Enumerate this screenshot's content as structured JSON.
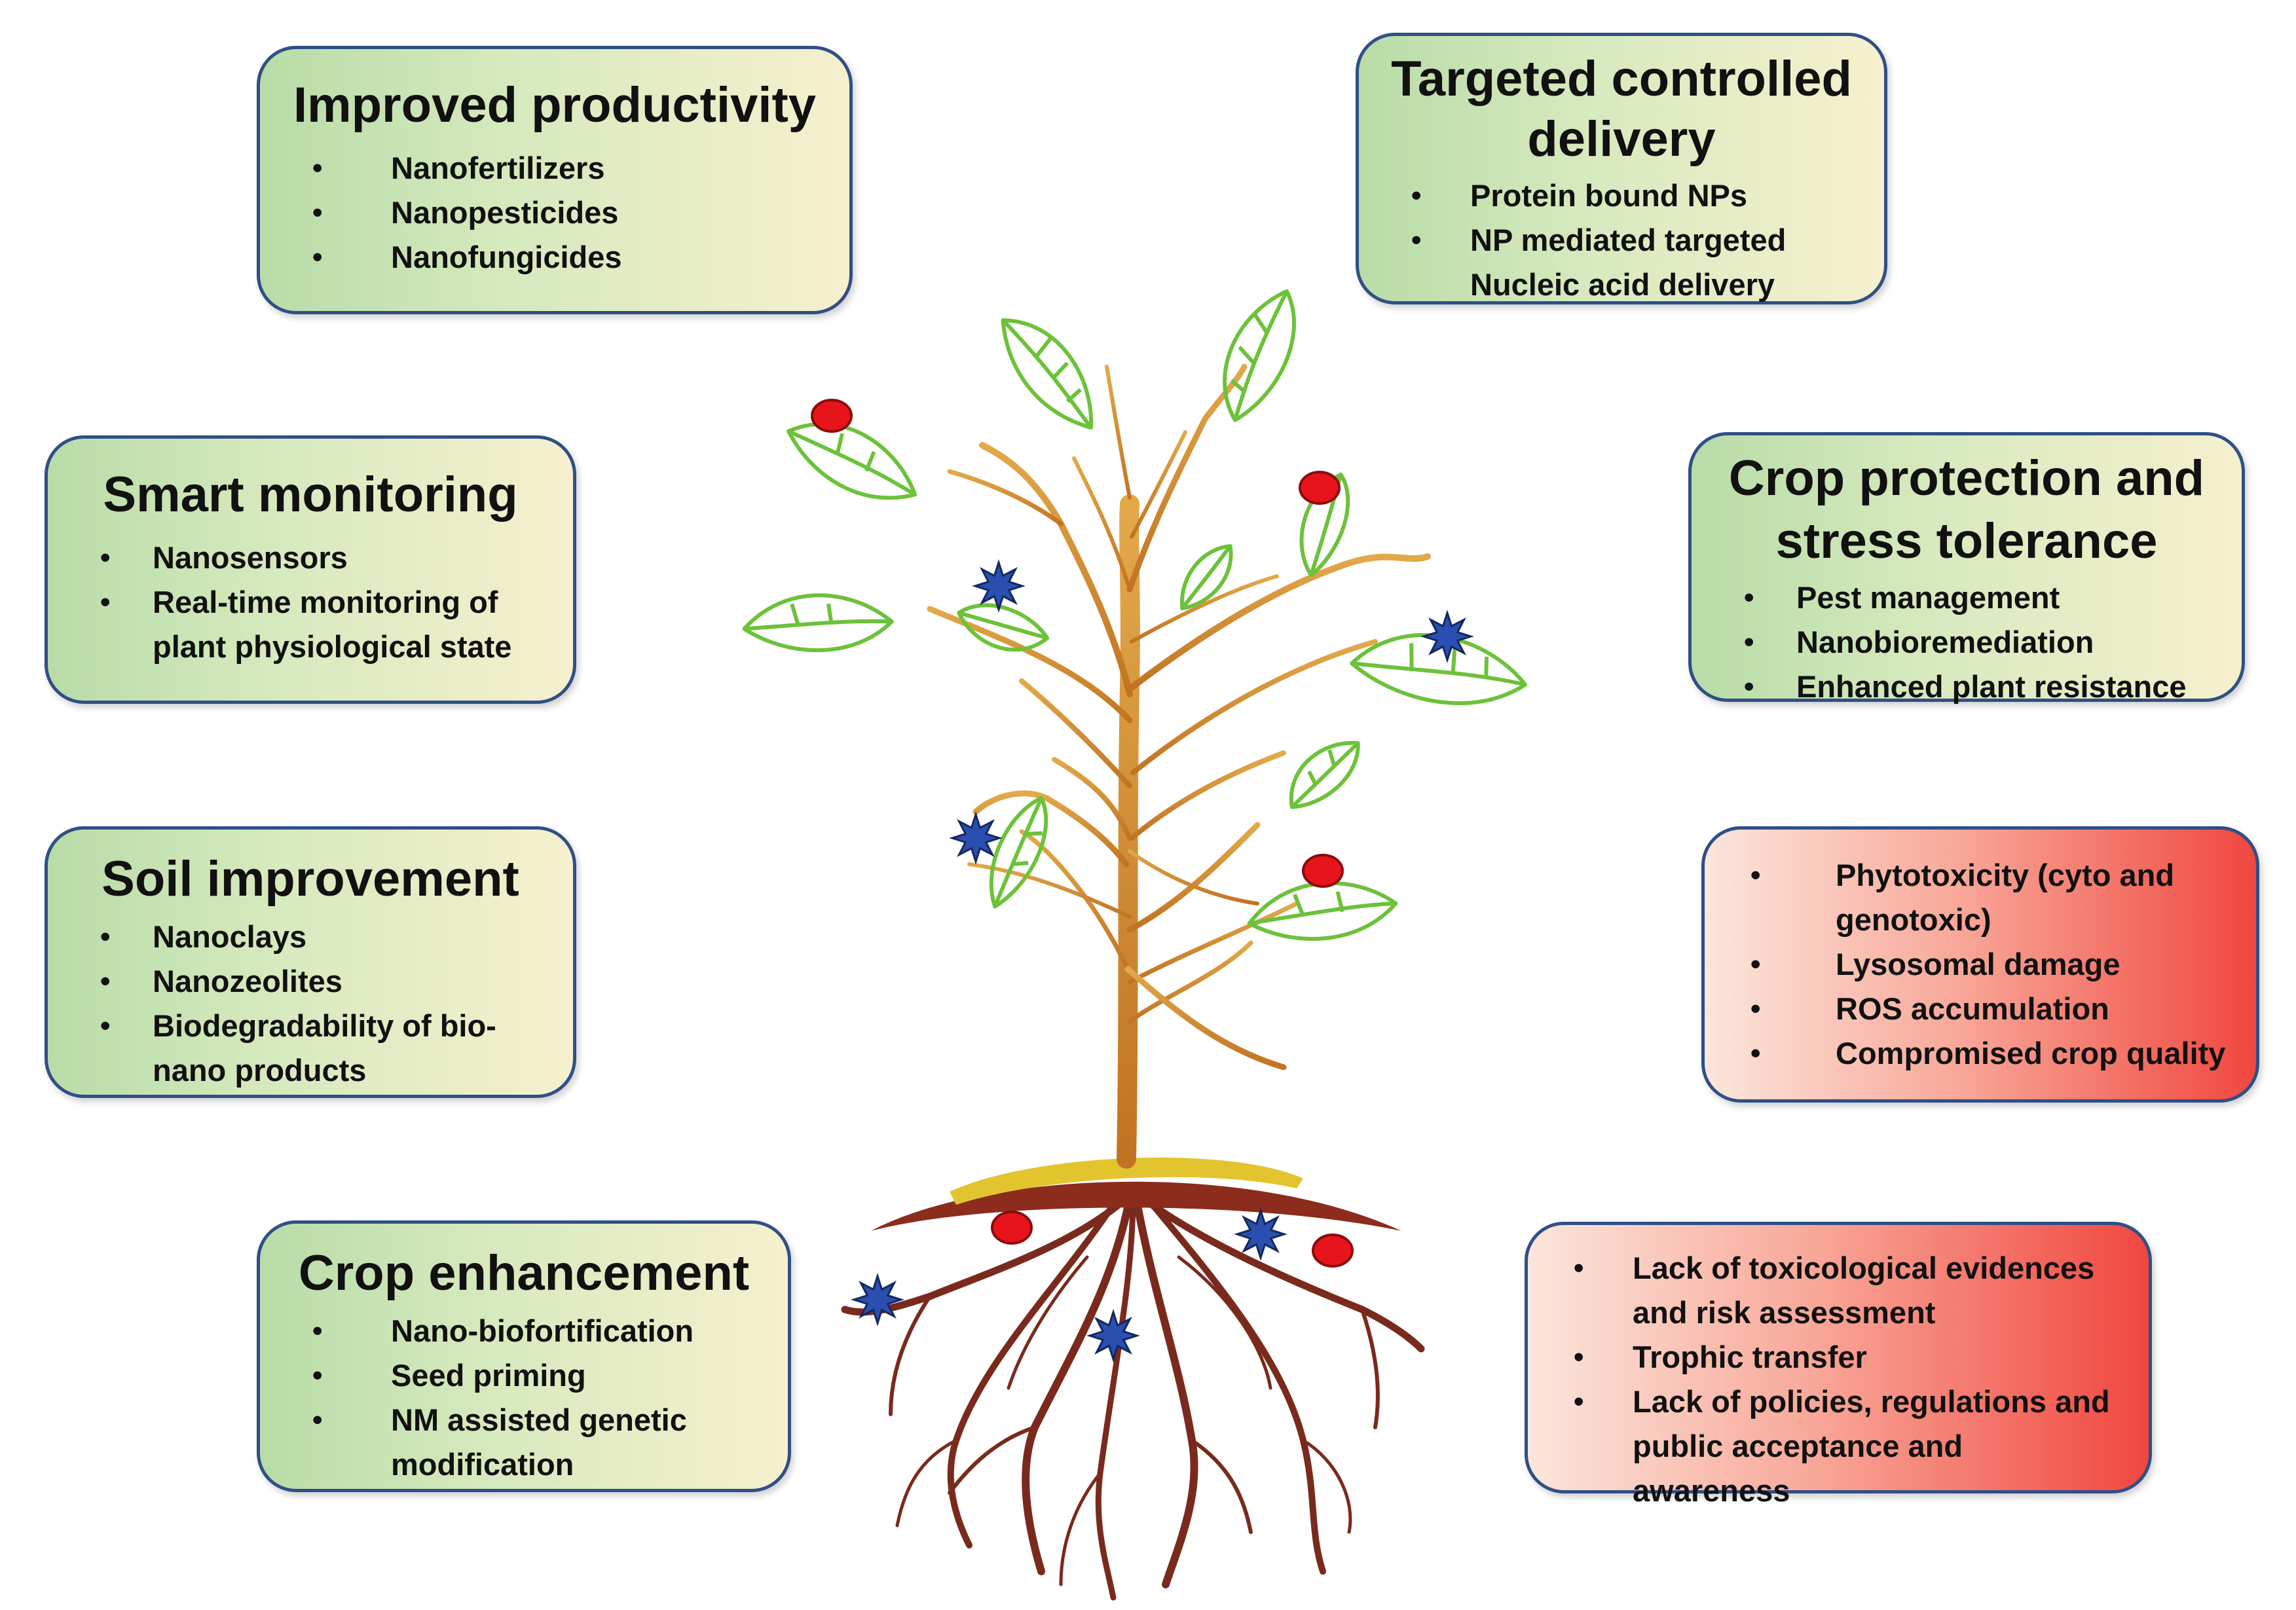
{
  "boxes": {
    "improved_productivity": {
      "title": "Improved productivity",
      "items": [
        "Nanofertilizers",
        "Nanopesticides",
        "Nanofungicides"
      ]
    },
    "targeted_delivery": {
      "title_line1": "Targeted controlled",
      "title_line2": "delivery",
      "items": [
        "Protein bound NPs",
        "NP mediated targeted",
        "Nucleic acid delivery"
      ]
    },
    "smart_monitoring": {
      "title": "Smart monitoring",
      "items": [
        "Nanosensors",
        "Real-time monitoring of",
        "plant physiological state"
      ]
    },
    "crop_protection": {
      "title_line1": "Crop protection and",
      "title_line2": "stress tolerance",
      "items": [
        "Pest management",
        "Nanobioremediation",
        "Enhanced plant resistance"
      ]
    },
    "soil_improvement": {
      "title": "Soil improvement",
      "items": [
        "Nanoclays",
        "Nanozeolites",
        "Biodegradability of bio-",
        "nano products"
      ]
    },
    "phytotoxicity": {
      "items": [
        "Phytotoxicity (cyto and",
        "genotoxic)",
        "Lysosomal damage",
        "ROS accumulation",
        "Compromised crop quality"
      ]
    },
    "crop_enhancement": {
      "title": "Crop enhancement",
      "items": [
        "Nano-biofortification",
        "Seed priming",
        "NM assisted genetic",
        "modification"
      ]
    },
    "risks": {
      "items": [
        "Lack of toxicological evidences",
        "and risk assessment",
        "Trophic transfer",
        "Lack of policies, regulations and",
        "public acceptance and awareness"
      ]
    }
  },
  "colors": {
    "box_border": "#2f4f86",
    "benefit_gradient": [
      "#b8dca8",
      "#f6f0cf"
    ],
    "risk_gradient": [
      "#fbe6dc",
      "#f0473f"
    ],
    "trunk": "#c98a2a",
    "root": "#7a2a1c",
    "leaf_stroke": "#6cc23a",
    "particle_red": "#e8141b",
    "particle_blue": "#2a4fb0"
  }
}
